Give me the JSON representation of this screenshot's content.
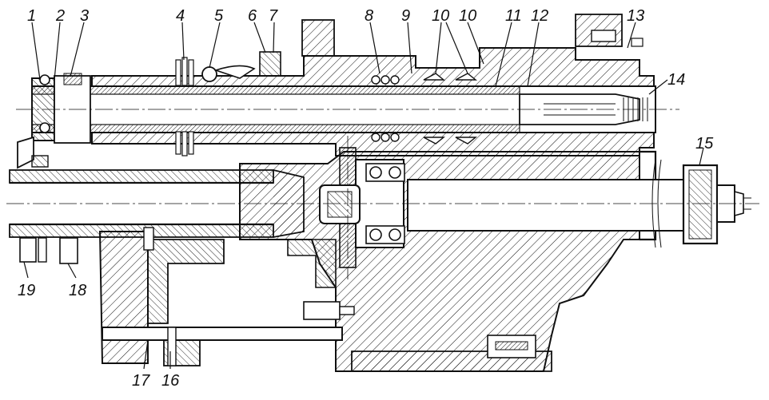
{
  "drawing": {
    "callouts": [
      {
        "id": "1",
        "label": "1"
      },
      {
        "id": "2",
        "label": "2"
      },
      {
        "id": "3",
        "label": "3"
      },
      {
        "id": "4",
        "label": "4"
      },
      {
        "id": "5",
        "label": "5"
      },
      {
        "id": "6",
        "label": "6"
      },
      {
        "id": "7",
        "label": "7"
      },
      {
        "id": "8",
        "label": "8"
      },
      {
        "id": "9",
        "label": "9"
      },
      {
        "id": "10a",
        "label": "10"
      },
      {
        "id": "10b",
        "label": "10"
      },
      {
        "id": "11",
        "label": "11"
      },
      {
        "id": "12",
        "label": "12"
      },
      {
        "id": "13",
        "label": "13"
      },
      {
        "id": "14",
        "label": "14"
      },
      {
        "id": "15",
        "label": "15"
      },
      {
        "id": "16",
        "label": "16"
      },
      {
        "id": "17",
        "label": "17"
      },
      {
        "id": "18",
        "label": "18"
      },
      {
        "id": "19",
        "label": "19"
      }
    ]
  }
}
